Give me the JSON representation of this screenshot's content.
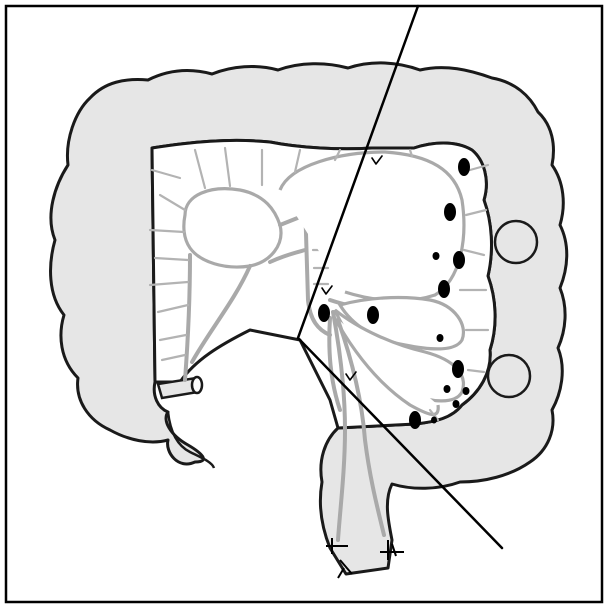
{
  "diagram": {
    "background_color": "#ffffff",
    "bowel_fill_color": "#e6e6e6",
    "vessel_color": "#a9a9a9",
    "outline_color": "#000000",
    "lymph_node_count": 14,
    "circle_marker_count": 2,
    "ligation_tick_count": 3,
    "staple_line_count": 2
  }
}
